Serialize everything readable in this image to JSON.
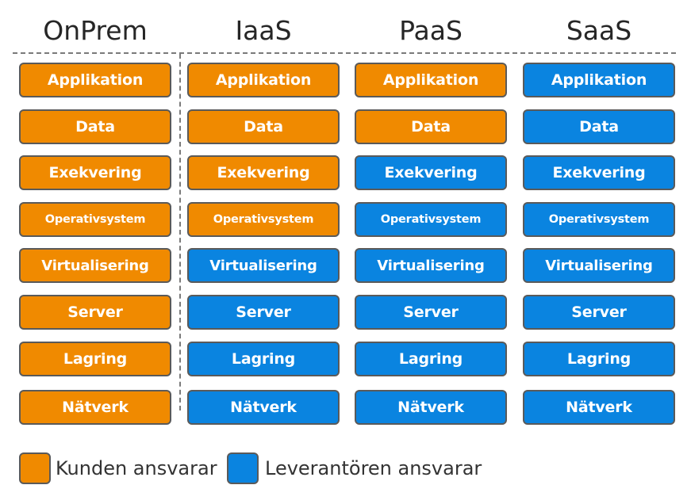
{
  "columns": [
    {
      "title": "OnPrem",
      "cells": [
        {
          "label": "Applikation",
          "owner": "customer"
        },
        {
          "label": "Data",
          "owner": "customer"
        },
        {
          "label": "Exekvering",
          "owner": "customer"
        },
        {
          "label": "Operativsystem",
          "owner": "customer"
        },
        {
          "label": "Virtualisering",
          "owner": "customer"
        },
        {
          "label": "Server",
          "owner": "customer"
        },
        {
          "label": "Lagring",
          "owner": "customer"
        },
        {
          "label": "Nätverk",
          "owner": "customer"
        }
      ]
    },
    {
      "title": "IaaS",
      "cells": [
        {
          "label": "Applikation",
          "owner": "customer"
        },
        {
          "label": "Data",
          "owner": "customer"
        },
        {
          "label": "Exekvering",
          "owner": "customer"
        },
        {
          "label": "Operativsystem",
          "owner": "customer"
        },
        {
          "label": "Virtualisering",
          "owner": "provider"
        },
        {
          "label": "Server",
          "owner": "provider"
        },
        {
          "label": "Lagring",
          "owner": "provider"
        },
        {
          "label": "Nätverk",
          "owner": "provider"
        }
      ]
    },
    {
      "title": "PaaS",
      "cells": [
        {
          "label": "Applikation",
          "owner": "customer"
        },
        {
          "label": "Data",
          "owner": "customer"
        },
        {
          "label": "Exekvering",
          "owner": "provider"
        },
        {
          "label": "Operativsystem",
          "owner": "provider"
        },
        {
          "label": "Virtualisering",
          "owner": "provider"
        },
        {
          "label": "Server",
          "owner": "provider"
        },
        {
          "label": "Lagring",
          "owner": "provider"
        },
        {
          "label": "Nätverk",
          "owner": "provider"
        }
      ]
    },
    {
      "title": "SaaS",
      "cells": [
        {
          "label": "Applikation",
          "owner": "provider"
        },
        {
          "label": "Data",
          "owner": "provider"
        },
        {
          "label": "Exekvering",
          "owner": "provider"
        },
        {
          "label": "Operativsystem",
          "owner": "provider"
        },
        {
          "label": "Virtualisering",
          "owner": "provider"
        },
        {
          "label": "Server",
          "owner": "provider"
        },
        {
          "label": "Lagring",
          "owner": "provider"
        },
        {
          "label": "Nätverk",
          "owner": "provider"
        }
      ]
    }
  ],
  "legend": {
    "customer_label": "Kunden ansvarar",
    "provider_label": "Leverantören ansvarar"
  },
  "colors": {
    "customer": "#f08a00",
    "provider": "#0a84e0"
  }
}
